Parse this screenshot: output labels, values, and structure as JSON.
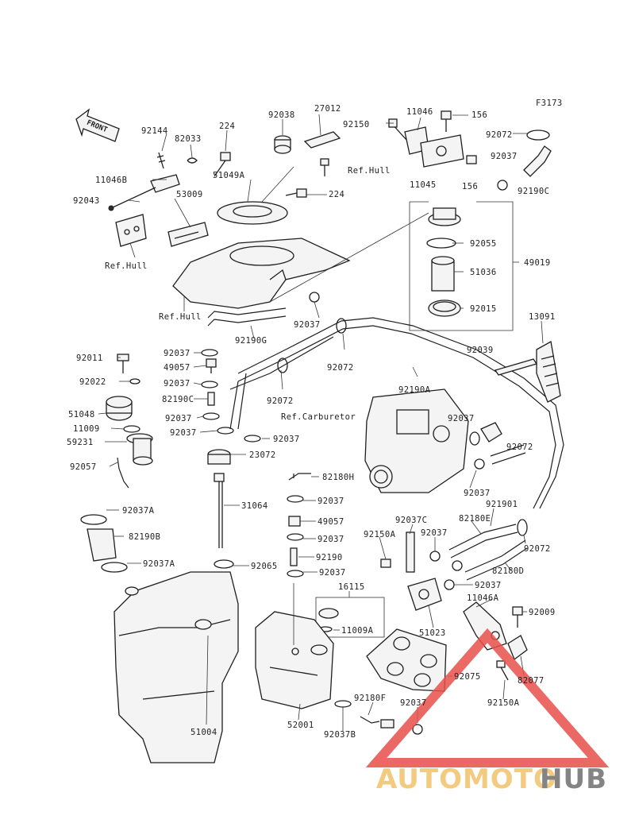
{
  "diagram": {
    "figure_code": "F3173",
    "front_label": "FRONT",
    "watermark": {
      "brand_left": "AUTOMOTO",
      "brand_right": "HUB",
      "colors": {
        "triangle": "#e8504a",
        "auto": "#f2c26a",
        "hub": "#6f6f6f"
      }
    },
    "labels": {
      "l92144": "92144",
      "l82033": "82033",
      "l224a": "224",
      "l92038": "92038",
      "l27012": "27012",
      "l11046": "11046",
      "l92150": "92150",
      "l156a": "156",
      "l92072a": "92072",
      "l11046b": "11046B",
      "l92043": "92043",
      "l51049a": "51049A",
      "l53009": "53009",
      "l224b": "224",
      "l11045": "11045",
      "l156b": "156",
      "l92037a": "92037",
      "l92190c": "92190C",
      "lrefhull1": "Ref.Hull",
      "lrefhull2": "Ref.Hull",
      "lrefhull3": "Ref.Hull",
      "l92055": "92055",
      "l49019": "49019",
      "l51036": "51036",
      "l92015": "92015",
      "l92037b": "92037",
      "l92190g": "92190G",
      "l13091": "13091",
      "l92011": "92011",
      "l92037c": "92037",
      "l49057a": "49057",
      "l92072b": "92072",
      "l92022": "92022",
      "l92037d": "92037",
      "l92190a": "92190A",
      "l92039": "92039",
      "l82190c": "82190C",
      "l92072c": "92072",
      "l51048": "51048",
      "lrefcarb": "Ref.Carburetor",
      "l92037e": "92037",
      "l11009": "11009",
      "l92037f": "92037",
      "l92037g": "92037",
      "l59231": "59231",
      "l92037h": "92037",
      "l92072d": "92072",
      "l92057": "92057",
      "l23072": "23072",
      "l82180h": "82180H",
      "l92037i": "92037",
      "l31064": "31064",
      "l92037j": "92037",
      "l92037k": "92037A",
      "l921901": "921901",
      "l92037c2": "92037C",
      "l82180e": "82180E",
      "l49057b": "49057",
      "l92150a": "92150A",
      "l92037l": "92037",
      "l92190b": "82190B",
      "l92037m": "92037",
      "l92072e": "92072",
      "l92190": "92190",
      "l92037a2": "92037A",
      "l92065": "92065",
      "l92037n": "92037",
      "l82180d": "82180D",
      "l92037o": "92037",
      "l16115": "16115",
      "l11046a": "11046A",
      "l92009": "92009",
      "l11009a": "11009A",
      "l51023": "51023",
      "l92075": "92075",
      "l82077": "82077",
      "l92180f": "92180F",
      "l92037p": "92037",
      "l92150a2": "92150A",
      "l51004": "51004",
      "l52001": "52001",
      "l92037b2": "92037B"
    }
  }
}
